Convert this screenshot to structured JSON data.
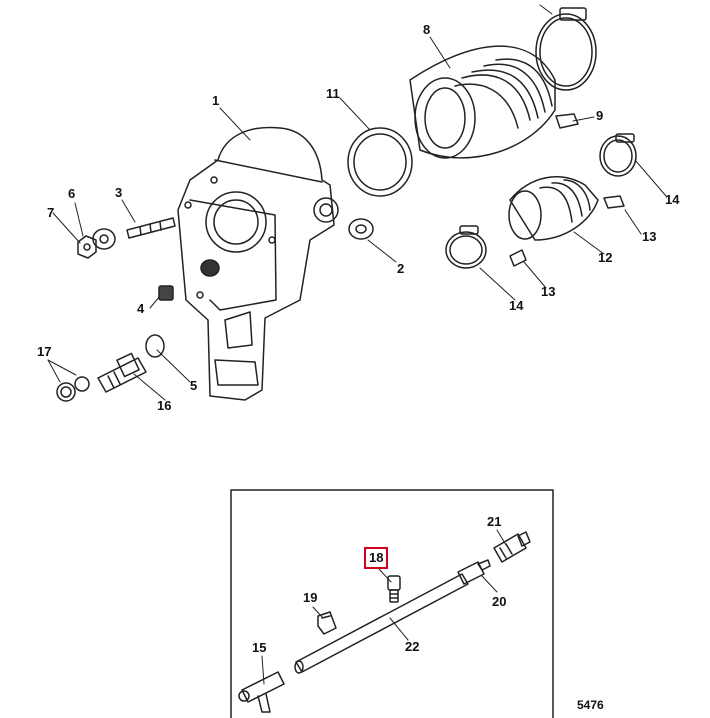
{
  "diagram": {
    "figure_number": "5476",
    "highlighted_callout": "18",
    "callouts": [
      "1",
      "2",
      "3",
      "4",
      "5",
      "6",
      "7",
      "8",
      "9",
      "11",
      "12",
      "13",
      "13",
      "14",
      "14",
      "15",
      "16",
      "17",
      "18",
      "19",
      "20",
      "21",
      "22"
    ],
    "colors": {
      "line": "#222222",
      "highlight": "#d0021b",
      "background": "#ffffff"
    }
  }
}
